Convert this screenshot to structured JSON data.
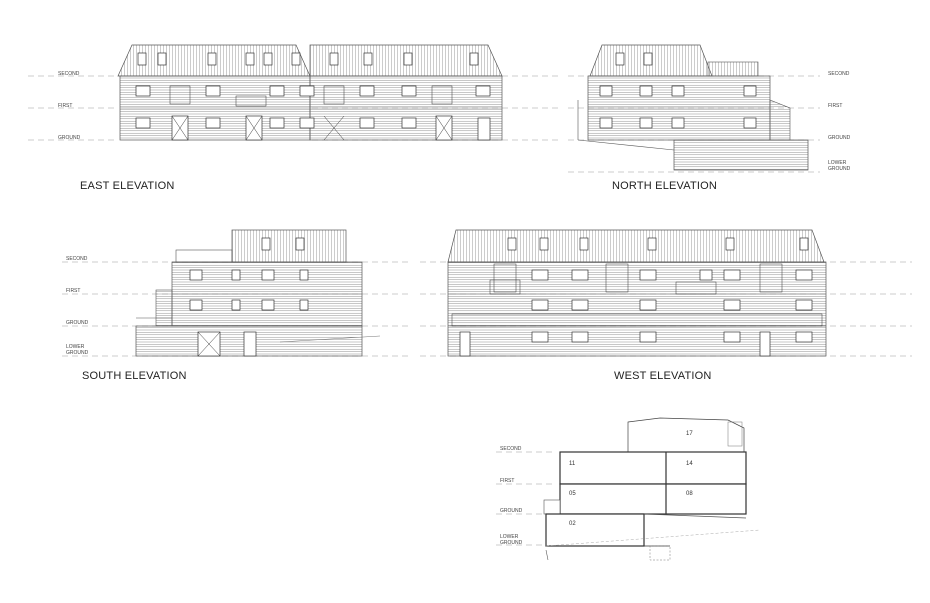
{
  "east_elevation": {
    "title": "EAST ELEVATION",
    "levels": [
      "SECOND",
      "FIRST",
      "GROUND"
    ]
  },
  "north_elevation": {
    "title": "NORTH ELEVATION",
    "levels": [
      "SECOND",
      "FIRST",
      "GROUND",
      "LOWER GROUND"
    ]
  },
  "south_elevation": {
    "title": "SOUTH ELEVATION",
    "levels": [
      "SECOND",
      "FIRST",
      "GROUND",
      "LOWER GROUND"
    ]
  },
  "west_elevation": {
    "title": "WEST ELEVATION"
  },
  "section": {
    "levels": [
      "SECOND",
      "FIRST",
      "GROUND",
      "LOWER GROUND"
    ],
    "rooms": [
      "17",
      "11",
      "14",
      "05",
      "08",
      "02"
    ]
  }
}
